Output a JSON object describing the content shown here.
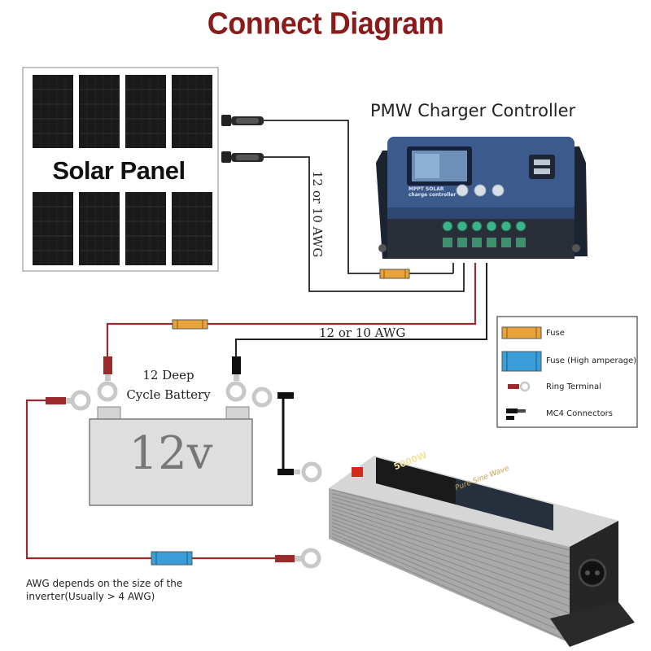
{
  "title": "Connect Diagram",
  "solar_panel": {
    "label": "Solar Panel"
  },
  "controller": {
    "title": "PMW Charger Controller",
    "lcd_brand": "MPPT SOLAR",
    "lcd_sub": "charge controller"
  },
  "wires": {
    "awg_vertical": "12 or 10 AWG",
    "awg_horizontal": "12 or 10 AWG"
  },
  "battery": {
    "label_line1": "12 Deep",
    "label_line2": "Cycle Battery",
    "voltage": "12v"
  },
  "inverter": {
    "power": "5000W",
    "wave": "Pure Sine Wave"
  },
  "legend": {
    "items": [
      {
        "name": "fuse",
        "label": "Fuse"
      },
      {
        "name": "fuse-high-amperage",
        "label": "Fuse (High amperage)"
      },
      {
        "name": "ring-terminal",
        "label": "Ring Terminal"
      },
      {
        "name": "mc4-connectors",
        "label": "MC4 Connectors"
      }
    ]
  },
  "note": {
    "line1": "AWG depends on the size of the",
    "line2": "inverter(Usually > 4 AWG)"
  },
  "colors": {
    "title": "#8b1a1a",
    "red_wire": "#9b2a2a",
    "fuse": "#e8a43a",
    "fuse_high": "#3a9fd8",
    "controller_body": "#3d5a8c"
  }
}
